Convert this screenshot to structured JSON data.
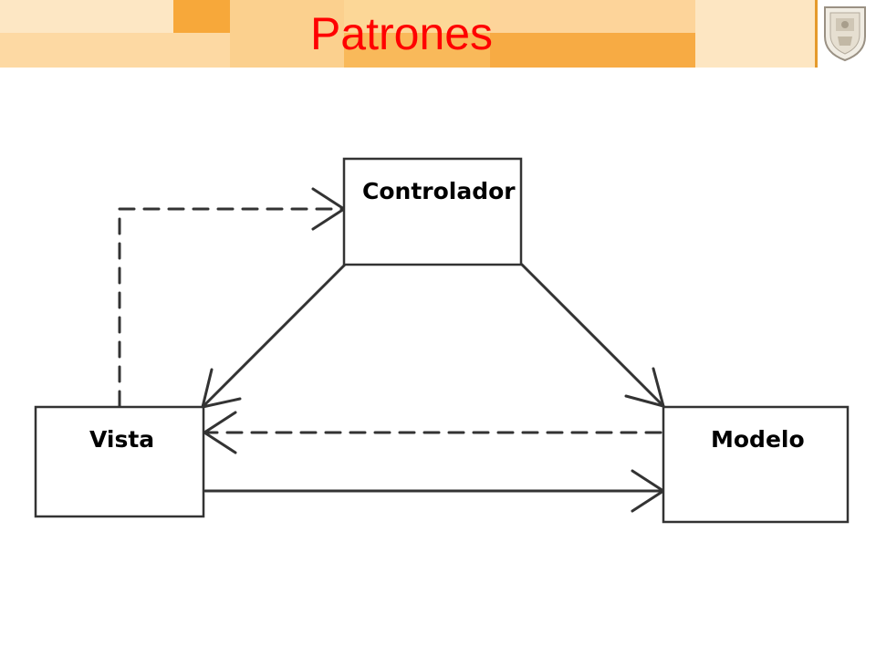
{
  "slide": {
    "title": "Patrones"
  },
  "diagram": {
    "nodes": [
      {
        "id": "controlador",
        "label": "Controlador"
      },
      {
        "id": "vista",
        "label": "Vista"
      },
      {
        "id": "modelo",
        "label": "Modelo"
      }
    ],
    "edges": [
      {
        "from": "vista",
        "to": "controlador",
        "style": "dashed"
      },
      {
        "from": "controlador",
        "to": "vista",
        "style": "solid"
      },
      {
        "from": "controlador",
        "to": "modelo",
        "style": "solid"
      },
      {
        "from": "modelo",
        "to": "vista",
        "style": "dashed"
      },
      {
        "from": "vista",
        "to": "modelo",
        "style": "solid"
      }
    ]
  },
  "colors": {
    "title": "#ff0000",
    "header_light": "#fde3b8",
    "header_mid": "#fbd08e",
    "header_dark": "#f7a83a",
    "logo_separator": "#e59a2c",
    "line": "#333333"
  }
}
